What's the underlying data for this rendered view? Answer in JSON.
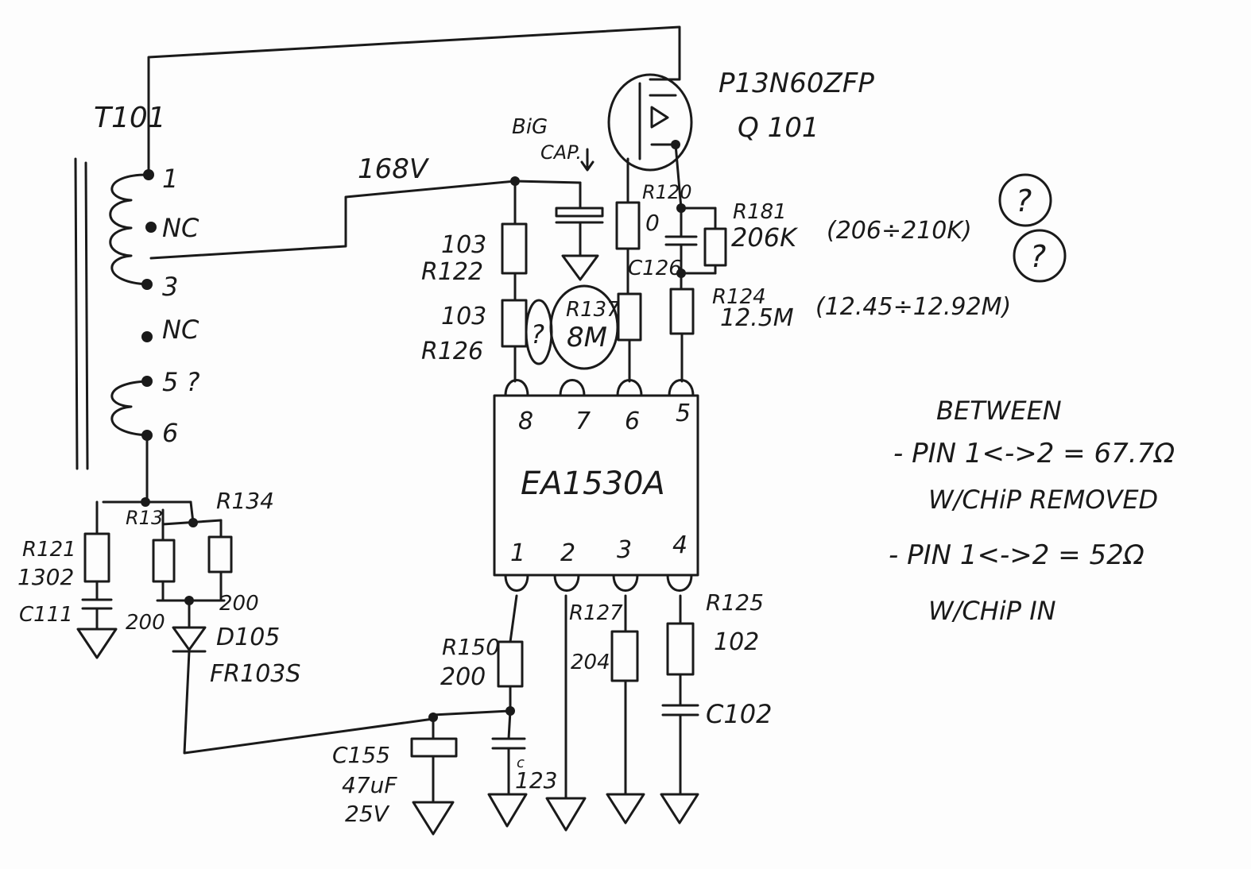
{
  "transformer": {
    "ref": "T101",
    "pin1": "1",
    "pin2": "NC",
    "pin3": "3",
    "pin4": "NC",
    "pin5": "5 ?",
    "pin6": "6"
  },
  "mosfet": {
    "part": "P13N60ZFP",
    "ref": "Q 101"
  },
  "bus_voltage": "168V",
  "big_cap": {
    "line1": "BiG",
    "line2": "CAP."
  },
  "r122": {
    "value": "103",
    "ref": "R122"
  },
  "r126": {
    "value": "103",
    "ref": "R126"
  },
  "r137": {
    "ref": "R137",
    "value": "8M"
  },
  "unknown_mark": "?",
  "r120": {
    "ref": "R120",
    "value": "0"
  },
  "c126": {
    "ref": "C126"
  },
  "r181": {
    "ref": "R181",
    "value": "206K",
    "range": "(206÷210K)",
    "question": "?"
  },
  "r124": {
    "ref": "R124",
    "value": "12.5M",
    "range": "(12.45÷12.92M)",
    "question": "?"
  },
  "ic": {
    "name": "EA1530A",
    "top_pins": [
      "8",
      "7",
      "6",
      "5"
    ],
    "bottom_pins": [
      "1",
      "2",
      "3",
      "4"
    ]
  },
  "r121": {
    "ref": "R121",
    "value": "1302"
  },
  "c111": {
    "ref": "C111"
  },
  "r13x": {
    "ref": "R13",
    "value": "200"
  },
  "r134": {
    "ref": "R134",
    "value": "200"
  },
  "d105": {
    "ref": "D105",
    "part": "FR103S"
  },
  "r150": {
    "ref": "R150",
    "value": "200"
  },
  "c155": {
    "ref": "C155",
    "value": "47uF",
    "voltage": "25V"
  },
  "c123": {
    "ref": "c",
    "value": "123"
  },
  "r127": {
    "ref": "R127",
    "value": "204"
  },
  "r125": {
    "ref": "R125",
    "value": "102"
  },
  "c102": {
    "ref": "C102"
  },
  "notes": {
    "heading": "BETWEEN",
    "line1": "- PIN 1<->2 = 67.7Ω",
    "line2": "W/CHiP REMOVED",
    "line3": "- PIN 1<->2 = 52Ω",
    "line4": "W/CHiP IN"
  }
}
